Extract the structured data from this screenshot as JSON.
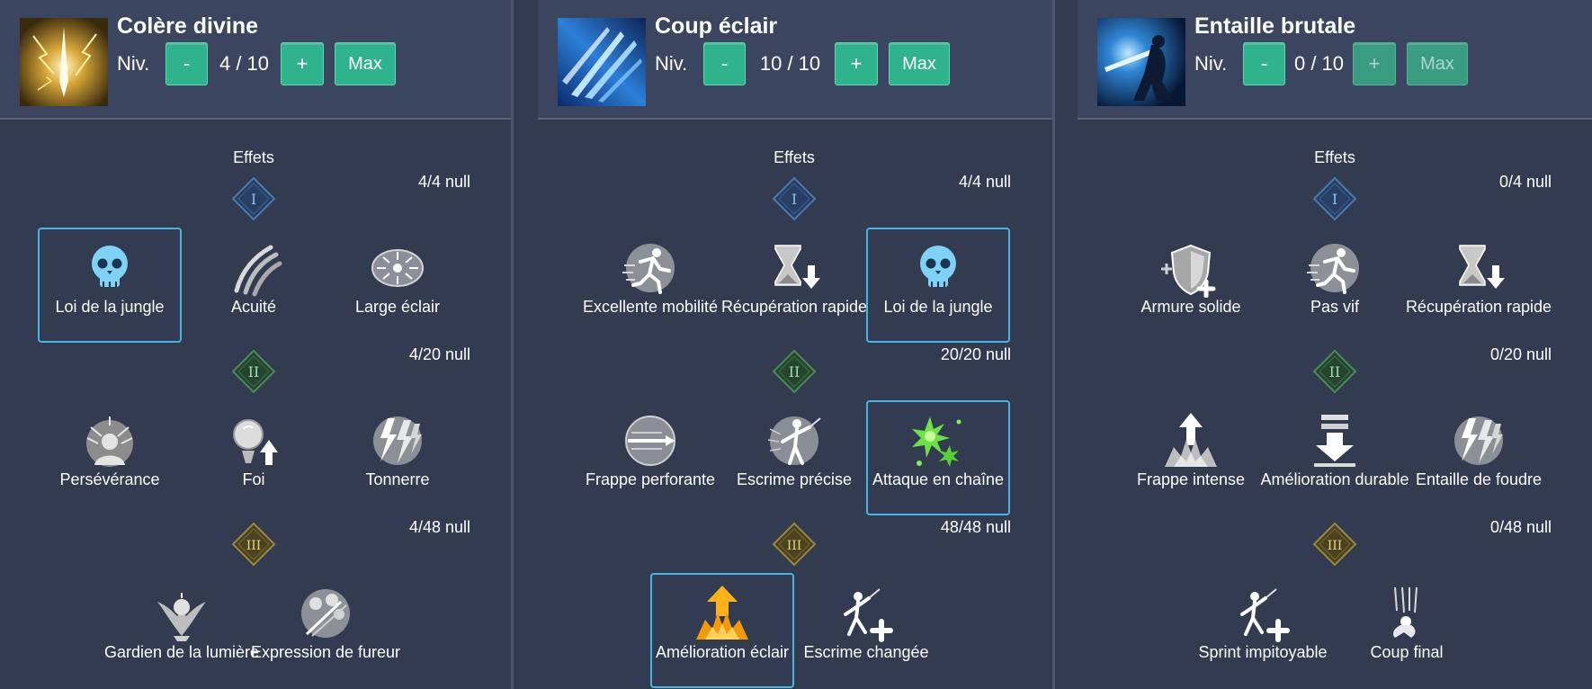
{
  "columns": [
    {
      "name": "Colère divine",
      "level_label": "Niv.",
      "level_value": "4 / 10",
      "minus_label": "-",
      "plus_label": "+",
      "max_label": "Max",
      "plus_disabled": false,
      "max_disabled": false,
      "effects_label": "Effets",
      "tiers": [
        {
          "numeral": "I",
          "points": "4/4 null",
          "nodes": [
            {
              "label": "Loi de la jungle",
              "icon": "skull-icon",
              "selected": true
            },
            {
              "label": "Acuité",
              "icon": "claw-icon",
              "selected": false
            },
            {
              "label": "Large éclair",
              "icon": "spread-arrows-icon",
              "selected": false
            }
          ]
        },
        {
          "numeral": "II",
          "points": "4/20 null",
          "nodes": [
            {
              "label": "Persévérance",
              "icon": "bust-icon",
              "selected": false
            },
            {
              "label": "Foi",
              "icon": "orb-up-icon",
              "selected": false
            },
            {
              "label": "Tonnerre",
              "icon": "lightning-icon",
              "selected": false
            }
          ]
        },
        {
          "numeral": "III",
          "points": "4/48 null",
          "nodes": [
            {
              "label": "Gardien de la lumière",
              "icon": "winged-guardian-icon",
              "selected": false
            },
            {
              "label": "Expression de fureur",
              "icon": "fury-icon",
              "selected": false
            }
          ]
        }
      ]
    },
    {
      "name": "Coup éclair",
      "level_label": "Niv.",
      "level_value": "10 / 10",
      "minus_label": "-",
      "plus_label": "+",
      "max_label": "Max",
      "plus_disabled": false,
      "max_disabled": false,
      "effects_label": "Effets",
      "tiers": [
        {
          "numeral": "I",
          "points": "4/4 null",
          "nodes": [
            {
              "label": "Excellente mobilité",
              "icon": "runner-icon",
              "selected": false
            },
            {
              "label": "Récupération rapide",
              "icon": "hourglass-down-icon",
              "selected": false
            },
            {
              "label": "Loi de la jungle",
              "icon": "skull-icon",
              "selected": true
            }
          ]
        },
        {
          "numeral": "II",
          "points": "20/20 null",
          "nodes": [
            {
              "label": "Frappe perforante",
              "icon": "pierce-icon",
              "selected": false
            },
            {
              "label": "Escrime précise",
              "icon": "fencer-icon",
              "selected": false
            },
            {
              "label": "Attaque en chaîne",
              "icon": "chain-burst-icon",
              "selected": true
            }
          ]
        },
        {
          "numeral": "III",
          "points": "48/48 null",
          "nodes": [
            {
              "label": "Amélioration éclair",
              "icon": "golden-upgrade-icon",
              "selected": true
            },
            {
              "label": "Escrime changée",
              "icon": "fencer-plus-icon",
              "selected": false
            }
          ]
        }
      ]
    },
    {
      "name": "Entaille brutale",
      "level_label": "Niv.",
      "level_value": "0 / 10",
      "minus_label": "-",
      "plus_label": "+",
      "max_label": "Max",
      "plus_disabled": true,
      "max_disabled": true,
      "effects_label": "Effets",
      "tiers": [
        {
          "numeral": "I",
          "points": "0/4 null",
          "nodes": [
            {
              "label": "Armure solide",
              "icon": "shield-icon",
              "selected": false
            },
            {
              "label": "Pas vif",
              "icon": "runner-icon",
              "selected": false
            },
            {
              "label": "Récupération rapide",
              "icon": "hourglass-down-icon",
              "selected": false
            }
          ]
        },
        {
          "numeral": "II",
          "points": "0/20 null",
          "nodes": [
            {
              "label": "Frappe intense",
              "icon": "up-burst-icon",
              "selected": false
            },
            {
              "label": "Amélioration durable",
              "icon": "down-arrow-icon",
              "selected": false
            },
            {
              "label": "Entaille de foudre",
              "icon": "lightning-icon",
              "selected": false
            }
          ]
        },
        {
          "numeral": "III",
          "points": "0/48 null",
          "nodes": [
            {
              "label": "Sprint impitoyable",
              "icon": "fencer-plus-icon",
              "selected": false
            },
            {
              "label": "Coup final",
              "icon": "falling-strike-icon",
              "selected": false
            }
          ]
        }
      ]
    }
  ],
  "colors": {
    "background": "#323b4f",
    "header": "#3b4560",
    "button": "#2fb38c",
    "selected_border": "#48b4e6",
    "tier1": "#2f4d78",
    "tier2": "#2e5a3a",
    "tier3": "#5a4f22"
  }
}
